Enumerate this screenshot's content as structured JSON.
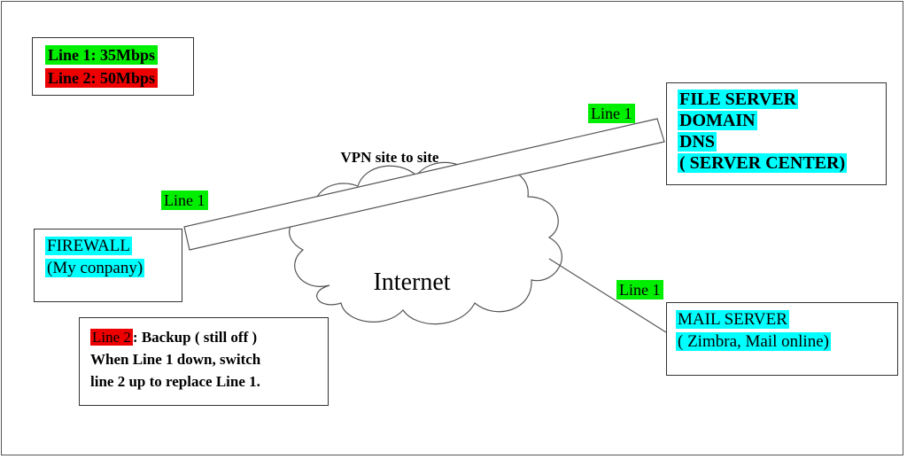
{
  "colors": {
    "line1": "#00ee00",
    "line2": "#ee0000",
    "server": "#00ffff"
  },
  "legend": {
    "line1": "Line 1: 35Mbps",
    "line2": "Line 2: 50Mbps"
  },
  "server_center": {
    "lines": [
      "FILE SERVER",
      "DOMAIN",
      "DNS",
      "( SERVER CENTER)"
    ]
  },
  "firewall": {
    "lines": [
      "FIREWALL",
      "(My conpany)"
    ]
  },
  "mail_server": {
    "lines": [
      "MAIL SERVER",
      "( Zimbra, Mail online)"
    ]
  },
  "cloud_label": "Internet",
  "vpn_label": "VPN site to site",
  "link_labels": {
    "firewall_side": "Line 1",
    "server_side": "Line 1",
    "mail_side": "Line 1"
  },
  "note": {
    "tag": "Line 2",
    "rest": ": Backup ( still off )",
    "line2": "When Line 1 down, switch",
    "line3": "line 2 up to replace Line 1."
  }
}
